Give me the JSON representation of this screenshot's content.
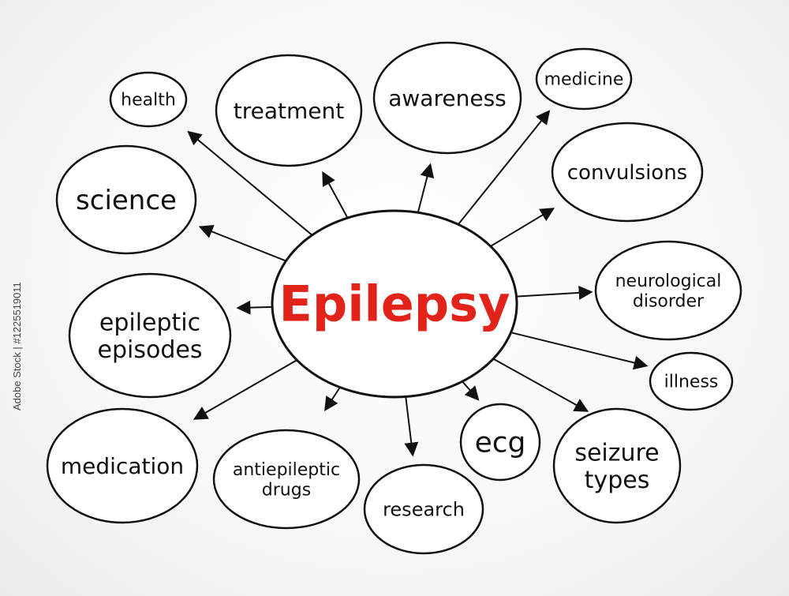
{
  "center": {
    "label": "Epilepsy",
    "color": "#e2231a"
  },
  "nodes": [
    {
      "id": "health",
      "lines": [
        "health"
      ]
    },
    {
      "id": "treatment",
      "lines": [
        "treatment"
      ]
    },
    {
      "id": "awareness",
      "lines": [
        "awareness"
      ]
    },
    {
      "id": "medicine",
      "lines": [
        "medicine"
      ]
    },
    {
      "id": "convulsions",
      "lines": [
        "convulsions"
      ]
    },
    {
      "id": "science",
      "lines": [
        "science"
      ]
    },
    {
      "id": "neurological-disorder",
      "lines": [
        "neurological",
        "disorder"
      ]
    },
    {
      "id": "epileptic-episodes",
      "lines": [
        "epileptic",
        "episodes"
      ]
    },
    {
      "id": "illness",
      "lines": [
        "illness"
      ]
    },
    {
      "id": "medication",
      "lines": [
        "medication"
      ]
    },
    {
      "id": "antiepileptic-drugs",
      "lines": [
        "antiepileptic",
        "drugs"
      ]
    },
    {
      "id": "ecg",
      "lines": [
        "ecg"
      ]
    },
    {
      "id": "research",
      "lines": [
        "research"
      ]
    },
    {
      "id": "seizure-types",
      "lines": [
        "seizure",
        "types"
      ]
    }
  ],
  "watermark": "Adobe Stock | #1225519011"
}
